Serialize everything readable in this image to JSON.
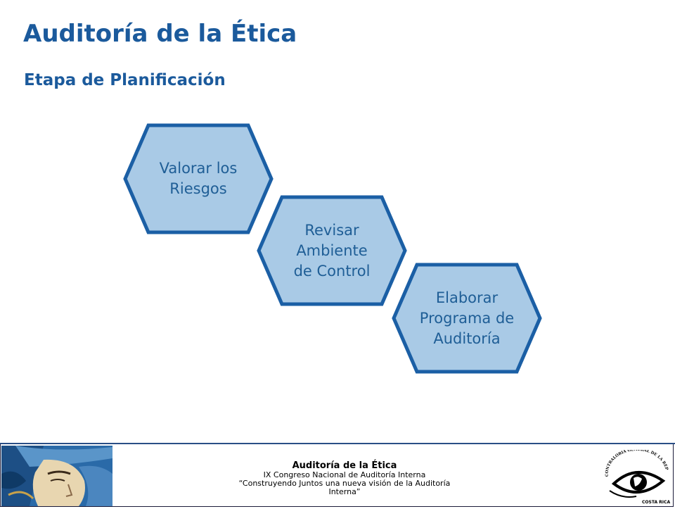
{
  "slide": {
    "title": "Auditoría de la Ética",
    "subtitle": "Etapa de Planificación"
  },
  "steps": [
    {
      "label": "Valorar los\nRiesgos"
    },
    {
      "label": "Revisar\nAmbiente \nde Control"
    },
    {
      "label": "Elaborar\nPrograma de\nAuditoría"
    }
  ],
  "footer": {
    "title": "Auditoría de la Ética",
    "line1": "IX Congreso Nacional de Auditoría Interna",
    "line2": "“Construyendo Juntos una nueva visión de la Auditoría",
    "line3": "Interna”",
    "logo": {
      "arc_text": "CONTRALORIA GENERAL DE LA REPUBLICA",
      "country": "COSTA RICA"
    }
  },
  "colors": {
    "title": "#1b5a9c",
    "hex_fill": "#a9cae6",
    "hex_stroke": "#1b5fa5",
    "hex_text": "#1f5e96"
  }
}
